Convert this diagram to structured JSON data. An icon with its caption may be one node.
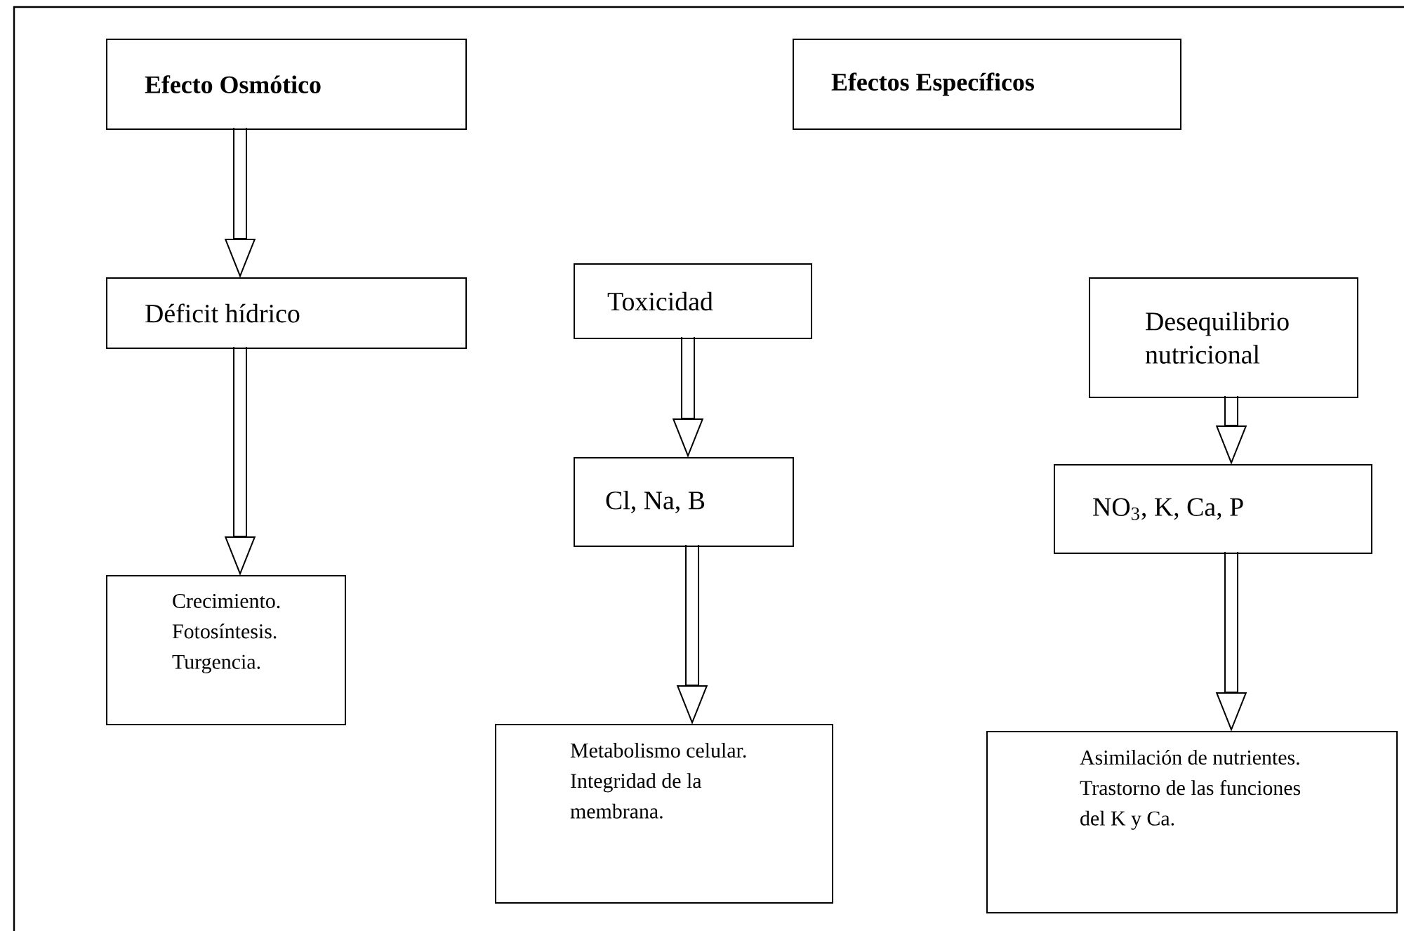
{
  "diagram": {
    "nodes": [
      {
        "text": [
          "Efecto Osmótico"
        ]
      },
      {
        "text": [
          "Efectos Específicos"
        ]
      },
      {
        "text": [
          "Déficit hídrico"
        ]
      },
      {
        "text": [
          "Crecimiento. Fotosíntesis. Turgencia."
        ]
      },
      {
        "text": [
          "Toxicidad"
        ]
      },
      {
        "text": [
          "Cl, Na, B"
        ]
      },
      {
        "text": [
          "Metabolismo celular. Integridad de la membrana."
        ]
      },
      {
        "text": [
          "Desequilibrio nutricional"
        ]
      },
      {
        "text": [
          "NO$_{3}$, K, Ca, P"
        ]
      },
      {
        "text": [
          "Asimilación de nutrientes. Trastorno de las funciones del K y Ca."
        ]
      }
    ],
    "edges": [
      {
        "from": 0,
        "to": 2,
        "arrow": "to"
      },
      {
        "from": 2,
        "to": 3,
        "arrow": "to"
      },
      {
        "from": 4,
        "to": 5,
        "arrow": "to"
      },
      {
        "from": 5,
        "to": 6,
        "arrow": "to"
      },
      {
        "from": 7,
        "to": 8,
        "arrow": "to"
      },
      {
        "from": 8,
        "to": 9,
        "arrow": "to"
      }
    ]
  }
}
